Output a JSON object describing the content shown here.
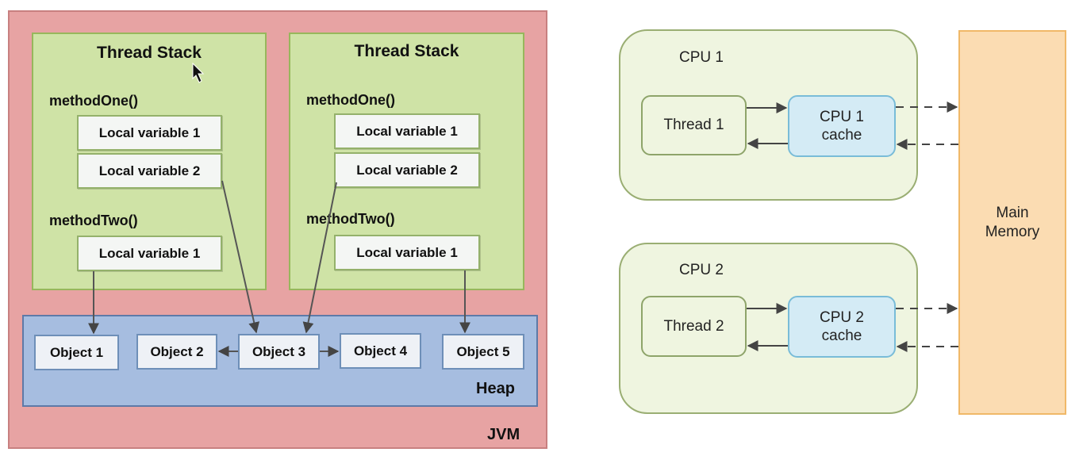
{
  "jvm": {
    "label": "JVM",
    "stacks": [
      {
        "title": "Thread Stack",
        "method_one": "methodOne()",
        "method_one_vars": [
          "Local variable 1",
          "Local variable 2"
        ],
        "method_two": "methodTwo()",
        "method_two_vars": [
          "Local variable 1"
        ]
      },
      {
        "title": "Thread Stack",
        "method_one": "methodOne()",
        "method_one_vars": [
          "Local variable 1",
          "Local variable 2"
        ],
        "method_two": "methodTwo()",
        "method_two_vars": [
          "Local variable 1"
        ]
      }
    ],
    "heap": {
      "label": "Heap",
      "objects": [
        "Object 1",
        "Object 2",
        "Object 3",
        "Object 4",
        "Object 5"
      ]
    }
  },
  "hardware": {
    "cpus": [
      {
        "label": "CPU 1",
        "thread": "Thread 1",
        "cache_line1": "CPU 1",
        "cache_line2": "cache"
      },
      {
        "label": "CPU 2",
        "thread": "Thread 2",
        "cache_line1": "CPU 2",
        "cache_line2": "cache"
      }
    ],
    "memory_line1": "Main",
    "memory_line2": "Memory"
  },
  "colors": {
    "jvm": "#e7a3a3",
    "thread_stack": "#cfe3a6",
    "heap": "#a6bde0",
    "cpu": "#eff5e0",
    "cache": "#d4ebf5",
    "main_memory": "#fbdcb2"
  }
}
